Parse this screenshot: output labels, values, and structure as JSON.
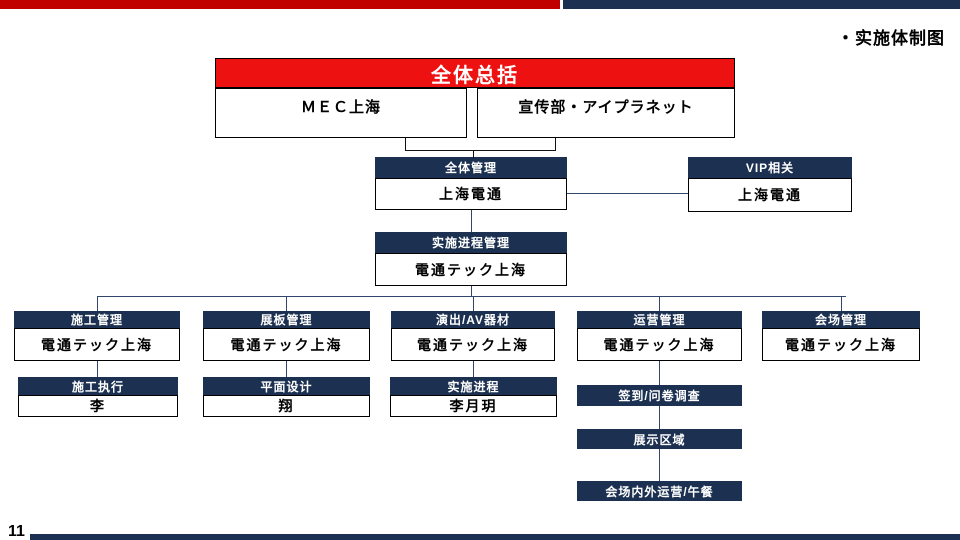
{
  "slide": {
    "title": "・实施体制图",
    "page_number": "11"
  },
  "colors": {
    "top_bar_red": "#C00000",
    "top_bar_navy": "#1C3151",
    "root_box_red": "#EE1111",
    "box_header_navy": "#1C3151",
    "body_text": "#000000",
    "header_text": "#FFFFFF"
  },
  "org_chart": {
    "root": {
      "title": "全体总括",
      "left_member": "ＭＥＣ上海",
      "right_member": "宣传部・アイプラネット"
    },
    "overall_management": {
      "title": "全体管理",
      "body": "上海電通"
    },
    "vip": {
      "title": "VIP相关",
      "body": "上海電通"
    },
    "process_management": {
      "title": "实施进程管理",
      "body": "電通テック上海"
    },
    "branches": [
      {
        "title": "施工管理",
        "body": "電通テック上海",
        "sub": {
          "title": "施工执行",
          "body": "李"
        }
      },
      {
        "title": "展板管理",
        "body": "電通テック上海",
        "sub": {
          "title": "平面设计",
          "body": "翔"
        }
      },
      {
        "title": "演出/AV器材",
        "body": "電通テック上海",
        "sub": {
          "title": "实施进程",
          "body": "李月玥"
        }
      },
      {
        "title": "运营管理",
        "body": "電通テック上海",
        "bars": [
          "签到/问卷调查",
          "展示区域",
          "会场内外运营/午餐"
        ]
      },
      {
        "title": "会场管理",
        "body": "電通テック上海"
      }
    ]
  }
}
